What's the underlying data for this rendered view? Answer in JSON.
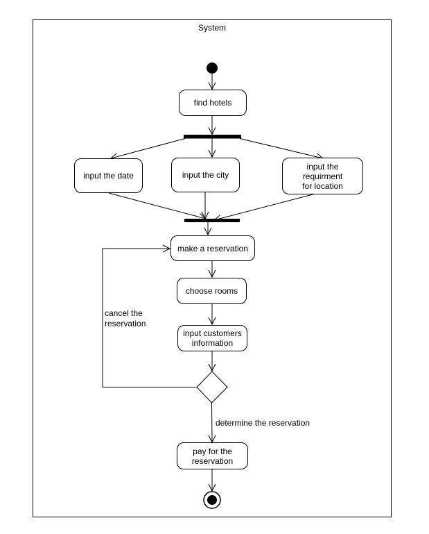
{
  "diagram": {
    "title": "System",
    "activities": {
      "find_hotels": {
        "label": "find hotels"
      },
      "input_date": {
        "label": "input the date"
      },
      "input_city": {
        "label": "input the city"
      },
      "input_requirement": {
        "line1": "input the",
        "line2": "requirment",
        "line3": "for location"
      },
      "make_reservation": {
        "label": "make a reservation"
      },
      "choose_rooms": {
        "label": "choose rooms"
      },
      "input_customers": {
        "line1": "input customers",
        "line2": "information"
      },
      "pay": {
        "line1": "pay for the",
        "line2": "reservation"
      }
    },
    "edge_labels": {
      "cancel_line1": "cancel the",
      "cancel_line2": "reservation",
      "determine": "determine the reservation"
    },
    "colors": {
      "stroke": "#000000",
      "node_fill": "#ffffff",
      "bar_fill": "#000000",
      "background": "#ffffff"
    }
  }
}
